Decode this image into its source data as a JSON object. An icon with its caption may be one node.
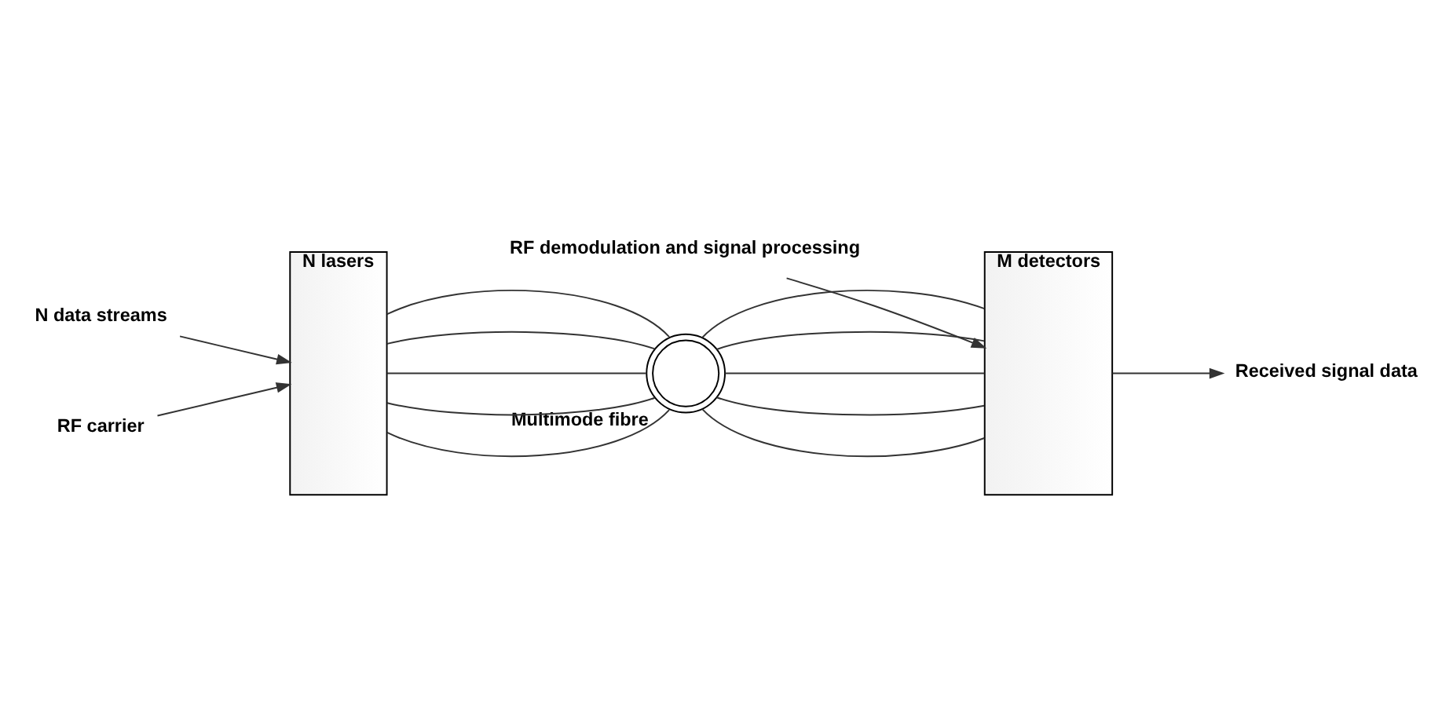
{
  "diagram": {
    "nodes": [
      {
        "text": [
          "N lasers"
        ]
      },
      {
        "text": [],
        "shape": "picture",
        "beside": [
          "Multimode fibre"
        ]
      },
      {
        "text": [
          "M detectors"
        ]
      },
      {
        "text": [
          "N data streams"
        ]
      },
      {
        "text": [
          "RF carrier"
        ]
      },
      {
        "text": [
          "RF demodulation and signal processing"
        ]
      },
      {
        "text": [
          "Received signal data"
        ]
      }
    ],
    "edges": [
      {
        "from": 3,
        "to": 0,
        "arrow": "to"
      },
      {
        "from": 4,
        "to": 0,
        "arrow": "to"
      },
      {
        "from": 0,
        "to": 1,
        "arrow": "none"
      },
      {
        "from": 0,
        "to": 1,
        "arrow": "none"
      },
      {
        "from": 0,
        "to": 1,
        "arrow": "none"
      },
      {
        "from": 0,
        "to": 1,
        "arrow": "none"
      },
      {
        "from": 0,
        "to": 1,
        "arrow": "none"
      },
      {
        "from": 1,
        "to": 2,
        "arrow": "none"
      },
      {
        "from": 1,
        "to": 2,
        "arrow": "none"
      },
      {
        "from": 1,
        "to": 2,
        "arrow": "none"
      },
      {
        "from": 1,
        "to": 2,
        "arrow": "none"
      },
      {
        "from": 1,
        "to": 2,
        "arrow": "none"
      },
      {
        "from": 5,
        "to": 2,
        "arrow": "to"
      },
      {
        "from": 2,
        "to": 6,
        "arrow": "to"
      }
    ]
  }
}
